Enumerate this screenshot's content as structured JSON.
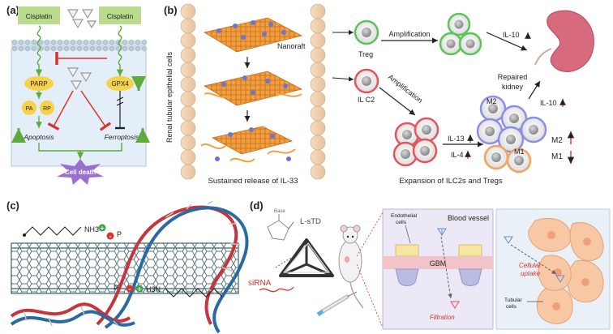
{
  "panels": {
    "a": {
      "label": "(a)",
      "cisplatin_left": "Cisplatin",
      "cisplatin_right": "Cisplatin",
      "parp": "PARP",
      "gpx4": "GPX4",
      "pa": "PA",
      "rp": "RP",
      "apoptosis": "Apoptosis",
      "ferroptosis": "Ferroptosis",
      "cell_death": "Cell death"
    },
    "b": {
      "label": "(b)",
      "side_label": "Renal tubular epithelial cells",
      "nanoraft": "Nanoraft",
      "sustained": "Sustained release of IL-33",
      "treg": "Treg",
      "ilc2": "IL C2",
      "amplification_top": "Amplification",
      "amplification_diag": "Amplification",
      "il10_top": "IL-10",
      "il10_right": "IL-10",
      "il13": "IL-13",
      "il4": "IL-4",
      "m2": "M2",
      "m1": "M1",
      "m2_side": "M2",
      "m1_side": "M1",
      "repaired_line1": "Repaired",
      "repaired_line2": "kidney",
      "expansion": "Expansion of ILC2s and Tregs"
    },
    "c": {
      "label": "(c)",
      "nh3": "NH3",
      "h3n": "H3N",
      "plus": "+",
      "minus": "-",
      "p": "P"
    },
    "d": {
      "label": "(d)",
      "base": "Base",
      "lstd": "L-sTD",
      "sirna": "siRNA",
      "blood_vessel": "Blood vessel",
      "endothelial_line1": "Endothelial",
      "endothelial_line2": "cells",
      "gbm": "GBM",
      "filtration": "Filtration",
      "cellular_line1": "Cellular",
      "cellular_line2": "uptake",
      "tubular_line1": "Tubular",
      "tubular_line2": "cells"
    }
  },
  "colors": {
    "panel_a_bg": "#e3eef8",
    "cisplatin_box": "#b9dc8f",
    "enzyme_yellow": "#f5d24a",
    "inhibit_red": "#d9342b",
    "arrow_green": "#5faa3a",
    "cell_death_purple": "#9b6fd0",
    "treg_green": "#5cc55a",
    "ilc2_red": "#e1575b",
    "macrophage_blue": "#8d8ee8",
    "m1_orange": "#f2a35c",
    "dna_red": "#c8343b",
    "dna_blue": "#2a6aa0",
    "tube_grey": "#5a7880",
    "gbm_pink": "#f2c4c9",
    "tubular_cell": "#f8c8a4"
  }
}
